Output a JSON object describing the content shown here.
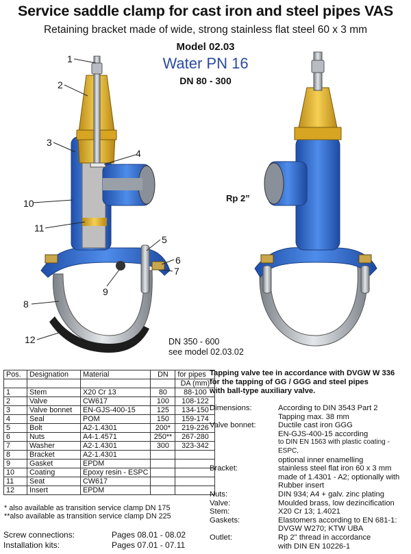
{
  "header": {
    "title": "Service saddle clamp for cast iron and steel pipes VAS",
    "subtitle": "Retaining bracket made of wide, strong stainless flat steel 60 x 3 mm",
    "model": "Model 02.03",
    "pressure": "Water PN 16",
    "dn_range": "DN 80 - 300"
  },
  "callouts": [
    "1",
    "2",
    "3",
    "4",
    "10",
    "11",
    "5",
    "6",
    "7",
    "9",
    "8",
    "12"
  ],
  "rp_label": "Rp 2”",
  "dn_note": [
    "DN  350 - 600",
    "see model 02.03.02"
  ],
  "colors": {
    "body_blue": "#2f6fd6",
    "brass": "#e8b72c",
    "accent_text": "#2a4aa0"
  },
  "table": {
    "headers": [
      "Pos.",
      "Designation",
      "Material",
      "DN",
      "for pipes"
    ],
    "subheader_da": "DA (mm)",
    "rows": [
      [
        "1",
        "Stem",
        "X20 Cr 13",
        "80",
        "88-100"
      ],
      [
        "2",
        "Valve",
        "CW617",
        "100",
        "108-122"
      ],
      [
        "3",
        "Valve bonnet",
        "EN-GJS-400-15",
        "125",
        "134-150"
      ],
      [
        "4",
        "Seal",
        "POM",
        "150",
        "159-174"
      ],
      [
        "5",
        "Bolt",
        "A2-1.4301",
        "200*",
        "219-226"
      ],
      [
        "6",
        "Nuts",
        "A4-1.4571",
        "250**",
        "267-280"
      ],
      [
        "7",
        "Washer",
        "A2-1.4301",
        "300",
        "323-342"
      ],
      [
        "8",
        "Bracket",
        "A2-1.4301",
        "",
        ""
      ],
      [
        "9",
        "Gasket",
        "EPDM",
        "",
        ""
      ],
      [
        "10",
        "Coating",
        "Epoxy resin - ESPC",
        "",
        ""
      ],
      [
        "11",
        "Seat",
        "CW617",
        "",
        ""
      ],
      [
        "12",
        "Insert",
        "EPDM",
        "",
        ""
      ]
    ]
  },
  "notes": [
    "*  also available as transition service clamp DN 175",
    "**also available as transition service clamp DN 225"
  ],
  "refs": [
    {
      "label": "Screw connections:",
      "value": "Pages 08.01 - 08.02"
    },
    {
      "label": "Installation kits:",
      "value": "Pages 07.01 - 07.11"
    }
  ],
  "specs_head": [
    "Tapping valve tee in accordance with DVGW W 336",
    "for the tapping of GG / GGG and steel pipes",
    "with ball-type auxiliary valve."
  ],
  "specs": [
    {
      "label": "Dimensions:",
      "lines": [
        "According to DIN 3543 Part 2",
        "Tapping max. 38 mm"
      ]
    },
    {
      "label": "Valve bonnet:",
      "lines": [
        "Ductile cast iron GGG",
        "EN-GJS-400-15 according",
        "to DIN EN 1563 with plastic coating - ESPC,",
        "optional inner enamelling"
      ]
    },
    {
      "label": "Bracket:",
      "lines": [
        "stainless steel flat iron 60 x 3 mm",
        "made of 1.4301 - A2; optionally with",
        "Rubber insert"
      ]
    },
    {
      "label": "Nuts:",
      "lines": [
        "DIN 934; A4 + galv. zinc plating"
      ]
    },
    {
      "label": "Valve:",
      "lines": [
        "Moulded brass, low dezincification"
      ]
    },
    {
      "label": "Stem:",
      "lines": [
        "X20 Cr 13; 1.4021"
      ]
    },
    {
      "label": "Gaskets:",
      "lines": [
        "Elastomers according to EN 681-1:",
        "DVGW W270;        KTW UBA"
      ]
    },
    {
      "label": "Outlet:",
      "lines": [
        "Rp 2\" thread in accordance",
        "with DIN EN 10226-1"
      ]
    }
  ]
}
